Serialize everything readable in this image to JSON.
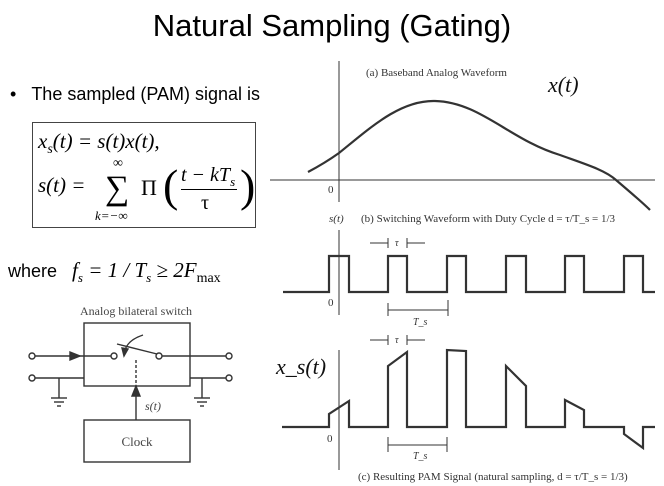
{
  "title": "Natural Sampling (Gating)",
  "bullet": "The sampled (PAM) signal is",
  "formula": {
    "line1": "x_s(t) = s(t)x(t),",
    "line1_parts": [
      "x",
      "s",
      "(t) = s(t)x(t),"
    ],
    "line2_lhs": "s(t) =",
    "sum_upper": "∞",
    "sum_lower": "k=−∞",
    "pi": "Π",
    "numerator": "t − kT",
    "numerator_sub": "s",
    "denominator": "τ"
  },
  "where": {
    "label": "where",
    "expr": "f_s = 1/T_s ≥ 2F_max",
    "f": "f",
    "f_sub": "s",
    "eq": "= 1 / T",
    "t_sub": "s",
    "ge": "≥ 2F",
    "max": "max"
  },
  "circuit": {
    "switch_label": "Analog bilateral switch",
    "control_signal": "s(t)",
    "clock_label": "Clock"
  },
  "plots": {
    "a": {
      "caption": "(a) Baseband Analog Waveform",
      "signal_label": "x(t)",
      "origin": "0"
    },
    "b": {
      "axis_label": "s(t)",
      "caption": "(b) Switching Waveform with Duty Cycle d = τ/T_s = 1/3",
      "tau": "τ",
      "period": "T_s",
      "origin": "0"
    },
    "c": {
      "signal_label": "x_s(t)",
      "caption": "(c) Resulting PAM Signal (natural sampling, d = τ/T_s = 1/3)",
      "tau": "τ",
      "period": "T_s",
      "origin": "0"
    }
  }
}
